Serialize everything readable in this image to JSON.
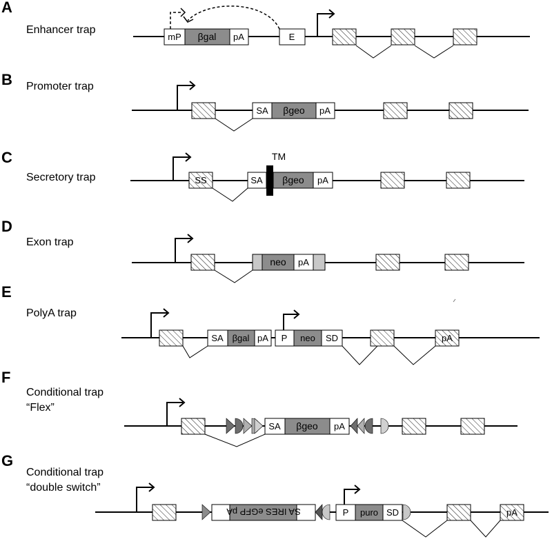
{
  "panels": {
    "A": {
      "letter": "A",
      "name": "Enhancer trap",
      "mP": "mP",
      "bgal": "βgal",
      "pA": "pA",
      "E": "E"
    },
    "B": {
      "letter": "B",
      "name": "Promoter trap",
      "SA": "SA",
      "bgeo": "βgeo",
      "pA": "pA"
    },
    "C": {
      "letter": "C",
      "name": "Secretory trap",
      "SS": "SS",
      "SA": "SA",
      "TM": "TM",
      "bgeo": "βgeo",
      "pA": "pA"
    },
    "D": {
      "letter": "D",
      "name": "Exon trap",
      "neo": "neo",
      "pA": "pA"
    },
    "E": {
      "letter": "E",
      "name": "PolyA trap",
      "SA": "SA",
      "bgal": "βgal",
      "pA": "pA",
      "P": "P",
      "neo": "neo",
      "SD": "SD",
      "pA2": "pA"
    },
    "F": {
      "letter": "F",
      "name1": "Conditional trap",
      "name2": "“Flex”",
      "SA": "SA",
      "bgeo": "βgeo",
      "pA": "pA"
    },
    "G": {
      "letter": "G",
      "name1": "Conditional trap",
      "name2": "“double switch”",
      "revCassette": "SA IRES eGFP pA",
      "P": "P",
      "puro": "puro",
      "SD": "SD",
      "pA": "pA"
    }
  },
  "colors": {
    "cassette": "#8c8c8c",
    "light": "#c8c8c8",
    "line": "#000000"
  }
}
